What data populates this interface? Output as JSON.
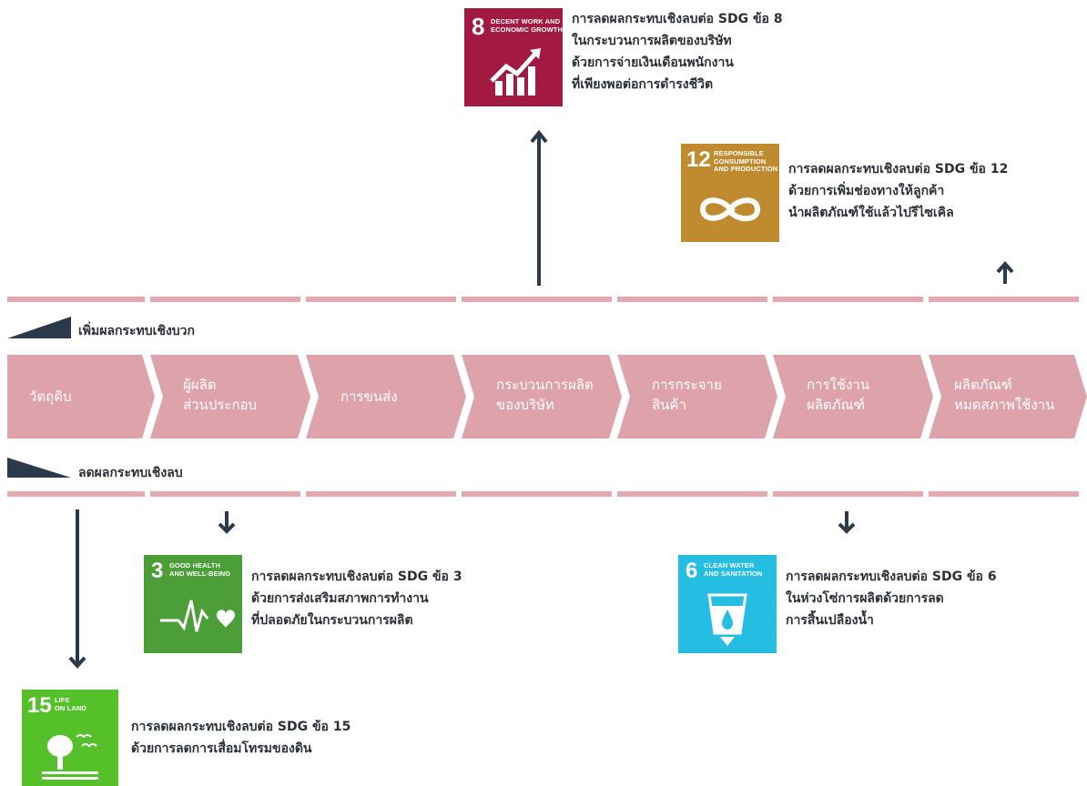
{
  "legend": {
    "positive_label": "เพิ่มผลกระทบเชิงบวก",
    "negative_label": "ลดผลกระทบเชิงลบ"
  },
  "stages": [
    {
      "line1": "วัตถุดิบ",
      "line2": ""
    },
    {
      "line1": "ผู้ผลิต",
      "line2": "ส่วนประกอบ"
    },
    {
      "line1": "การขนส่ง",
      "line2": ""
    },
    {
      "line1": "กระบวนการผลิต",
      "line2": "ของบริษัท"
    },
    {
      "line1": "การกระจาย",
      "line2": "สินค้า"
    },
    {
      "line1": "การใช้งาน",
      "line2": "ผลิตภัณฑ์"
    },
    {
      "line1": "ผลิตภัณฑ์",
      "line2": "หมดสภาพใช้งาน"
    }
  ],
  "sdgs": {
    "sdg8": {
      "number": "8",
      "title_lines": [
        "DECENT WORK AND",
        "ECONOMIC GROWTH"
      ],
      "color": "#a21942",
      "icon": "growth-chart-icon",
      "description": [
        "การลดผลกระทบเชิงลบต่อ SDG ข้อ 8",
        "ในกระบวนการผลิตของบริษัท",
        "ด้วยการจ่ายเงินเดือนพนักงาน",
        "ที่เพียงพอต่อการดำรงชีวิต"
      ]
    },
    "sdg12": {
      "number": "12",
      "title_lines": [
        "RESPONSIBLE",
        "CONSUMPTION",
        "AND PRODUCTION"
      ],
      "color": "#bf8b2e",
      "icon": "infinity-loop-icon",
      "description": [
        "การลดผลกระทบเชิงลบต่อ SDG ข้อ 12",
        "ด้วยการเพิ่มช่องทางให้ลูกค้า",
        "นำผลิตภัณฑ์ใช้แล้วไปรีไซเคิล"
      ]
    },
    "sdg3": {
      "number": "3",
      "title_lines": [
        "GOOD HEALTH",
        "AND WELL-BEING"
      ],
      "color": "#4c9f38",
      "icon": "heartbeat-icon",
      "description": [
        "การลดผลกระทบเชิงลบต่อ SDG ข้อ 3",
        "ด้วยการส่งเสริมสภาพการทำงาน",
        "ที่ปลอดภัยในกระบวนการผลิต"
      ]
    },
    "sdg6": {
      "number": "6",
      "title_lines": [
        "CLEAN WATER",
        "AND SANITATION"
      ],
      "color": "#26bde2",
      "icon": "water-glass-icon",
      "description": [
        "การลดผลกระทบเชิงลบต่อ SDG ข้อ 6",
        "ในห่วงโซ่การผลิตด้วยการลด",
        "การสิ้นเปลืองน้ำ"
      ]
    },
    "sdg15": {
      "number": "15",
      "title_lines": [
        "LIFE",
        "ON LAND"
      ],
      "color": "#56c02b",
      "icon": "tree-birds-icon",
      "description": [
        "การลดผลกระทบเชิงลบต่อ SDG ข้อ 15",
        "ด้วยการลดการเสื่อมโทรมของดิน"
      ]
    }
  }
}
